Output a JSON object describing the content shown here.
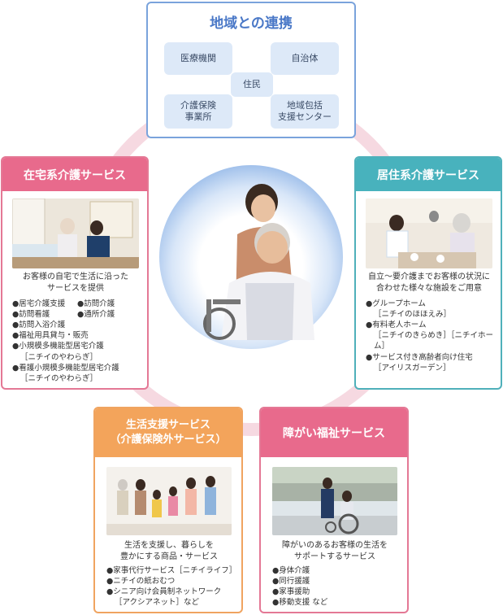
{
  "top": {
    "title": "地域との連携",
    "orgs": [
      "医療機関",
      "自治体",
      "住民",
      "介護保険\n事業所",
      "地域包括\n支援センター"
    ]
  },
  "home_care": {
    "title": "在宅系介護サービス",
    "desc": "お客様の自宅で生活に沿った\nサービスを提供",
    "items": [
      {
        "text": "●居宅介護支援"
      },
      {
        "text": "●訪問介護"
      },
      {
        "text": "●訪問看護"
      },
      {
        "text": "●通所介護"
      },
      {
        "text": "●訪問入浴介護"
      },
      {
        "text": "●福祉用具貸与・販売"
      },
      {
        "text": "●小規模多機能型居宅介護"
      },
      {
        "text": "［ニチイのやわらぎ］"
      },
      {
        "text": "●看護小規模多機能型居宅介護"
      },
      {
        "text": "［ニチイのやわらぎ］"
      }
    ]
  },
  "residential": {
    "title": "居住系介護サービス",
    "desc": "自立～要介護までお客様の状況に\n合わせた様々な施設をご用意",
    "items": [
      "●グループホーム",
      "［ニチイのほほえみ］",
      "●有料老人ホーム",
      "［ニチイのきらめき］［ニチイホーム］",
      "●サービス付き高齢者向け住宅",
      "［アイリスガーデン］"
    ]
  },
  "life_support": {
    "title": "生活支援サービス\n（介護保険外サービス）",
    "desc": "生活を支援し、暮らしを\n豊かにする商品・サービス",
    "items": [
      "●家事代行サービス［ニチイライフ］",
      "●ニチイの紙おむつ",
      "●シニア向け会員制ネットワーク",
      "［アクシアネット］など"
    ]
  },
  "disability": {
    "title": "障がい福祉サービス",
    "desc": "障がいのあるお客様の生活を\nサポートするサービス",
    "items": [
      "●身体介護",
      "●同行援護",
      "●家事援助",
      "●移動支援 など"
    ]
  },
  "colors": {
    "pink": "#e86a8c",
    "teal": "#48b2bd",
    "orange": "#f3a45b",
    "blue": "#4a78c7",
    "ring": "#f6d9e1"
  }
}
